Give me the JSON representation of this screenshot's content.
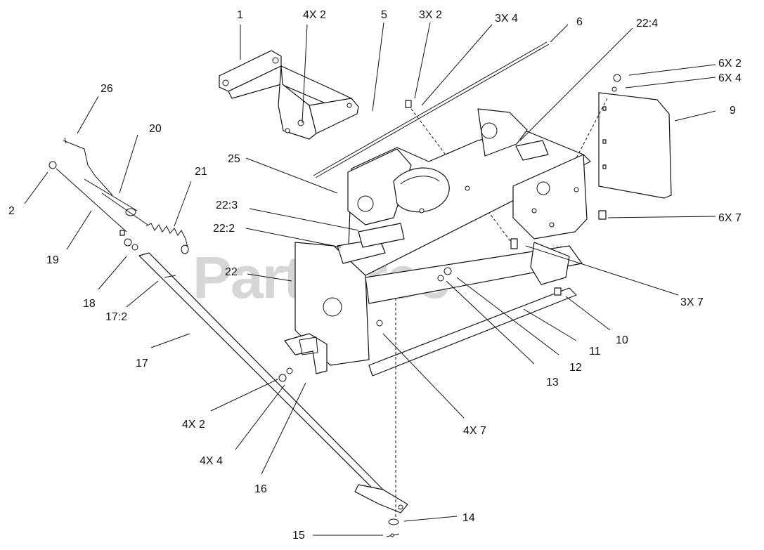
{
  "watermark": {
    "text": "PartsTree",
    "trademark": "TM"
  },
  "callouts": [
    {
      "id": "c1",
      "text": "1"
    },
    {
      "id": "c4x2a",
      "text": "4X 2"
    },
    {
      "id": "c5",
      "text": "5"
    },
    {
      "id": "c3x2",
      "text": "3X 2"
    },
    {
      "id": "c3x4",
      "text": "3X 4"
    },
    {
      "id": "c6",
      "text": "6"
    },
    {
      "id": "c22_4",
      "text": "22:4"
    },
    {
      "id": "c6x2",
      "text": "6X 2"
    },
    {
      "id": "c6x4",
      "text": "6X 4"
    },
    {
      "id": "c9",
      "text": "9"
    },
    {
      "id": "c26",
      "text": "26"
    },
    {
      "id": "c20",
      "text": "20"
    },
    {
      "id": "c25",
      "text": "25"
    },
    {
      "id": "c21",
      "text": "21"
    },
    {
      "id": "c2",
      "text": "2"
    },
    {
      "id": "c22_3",
      "text": "22:3"
    },
    {
      "id": "c6x7",
      "text": "6X 7"
    },
    {
      "id": "c22_2",
      "text": "22:2"
    },
    {
      "id": "c19",
      "text": "19"
    },
    {
      "id": "c22",
      "text": "22"
    },
    {
      "id": "c18",
      "text": "18"
    },
    {
      "id": "c3x7",
      "text": "3X 7"
    },
    {
      "id": "c17_2",
      "text": "17:2"
    },
    {
      "id": "c10",
      "text": "10"
    },
    {
      "id": "c11",
      "text": "11"
    },
    {
      "id": "c17",
      "text": "17"
    },
    {
      "id": "c12",
      "text": "12"
    },
    {
      "id": "c13",
      "text": "13"
    },
    {
      "id": "c4x2b",
      "text": "4X 2"
    },
    {
      "id": "c4x7",
      "text": "4X 7"
    },
    {
      "id": "c4x4",
      "text": "4X 4"
    },
    {
      "id": "c16",
      "text": "16"
    },
    {
      "id": "c14",
      "text": "14"
    },
    {
      "id": "c15",
      "text": "15"
    }
  ]
}
